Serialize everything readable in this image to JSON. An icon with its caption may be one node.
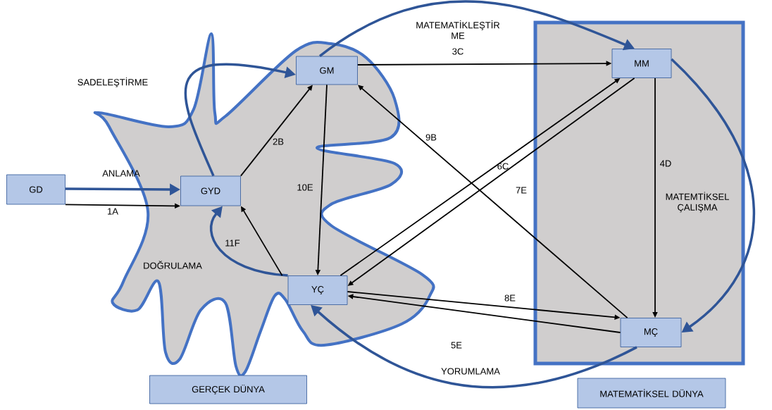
{
  "diagram": {
    "nodes": [
      {
        "text": [
          "GD"
        ]
      },
      {
        "text": [
          "GYD"
        ]
      },
      {
        "text": [
          "GM"
        ]
      },
      {
        "text": [
          "YÇ"
        ]
      },
      {
        "text": [
          "MM"
        ]
      },
      {
        "text": [
          "MÇ"
        ]
      },
      {
        "text": [
          "GERÇEK DÜNYA"
        ]
      },
      {
        "text": [
          "MATEMATİKSEL DÜNYA"
        ]
      }
    ],
    "edges": [
      {
        "from": 0,
        "to": 1,
        "arrow": "to",
        "label": "ANLAMA",
        "style": "thick",
        "color": "#2f5597"
      },
      {
        "from": 0,
        "to": 1,
        "arrow": "to",
        "label": "1A"
      },
      {
        "from": 1,
        "to": 2,
        "arrow": "to",
        "label": "SADELEŞTİRME",
        "style": "thick",
        "color": "#2f5597"
      },
      {
        "from": 1,
        "to": 2,
        "arrow": "to",
        "label": "2B"
      },
      {
        "from": 2,
        "to": 4,
        "arrow": "to",
        "label": "MATEMATİKLEŞTİR ME",
        "style": "thick",
        "color": "#2f5597"
      },
      {
        "from": 2,
        "to": 4,
        "arrow": "to",
        "label": "3C"
      },
      {
        "from": 4,
        "to": 5,
        "arrow": "to",
        "style": "thick",
        "color": "#2f5597"
      },
      {
        "from": 4,
        "to": 5,
        "arrow": "to",
        "label": "4D"
      },
      {
        "from": 5,
        "to": 3,
        "arrow": "to",
        "label": "YORUMLAMA",
        "style": "thick",
        "color": "#2f5597"
      },
      {
        "from": 5,
        "to": 3,
        "arrow": "to",
        "label": "5E"
      },
      {
        "from": 3,
        "to": 4,
        "arrow": "to",
        "label": "6C"
      },
      {
        "from": 4,
        "to": 3,
        "arrow": "to",
        "label": "7E"
      },
      {
        "from": 3,
        "to": 5,
        "arrow": "to",
        "label": "8E"
      },
      {
        "from": 5,
        "to": 2,
        "arrow": "to",
        "label": "9B"
      },
      {
        "from": 2,
        "to": 3,
        "arrow": "to",
        "label": "10E"
      },
      {
        "from": 3,
        "to": 1,
        "arrow": "to",
        "label": "DOĞRULAMA",
        "style": "thick",
        "color": "#2f5597"
      },
      {
        "from": 3,
        "to": 1,
        "arrow": "to",
        "label": "11F"
      }
    ],
    "labels": [
      "MATEMTİKSEL ÇALIŞMA"
    ]
  }
}
